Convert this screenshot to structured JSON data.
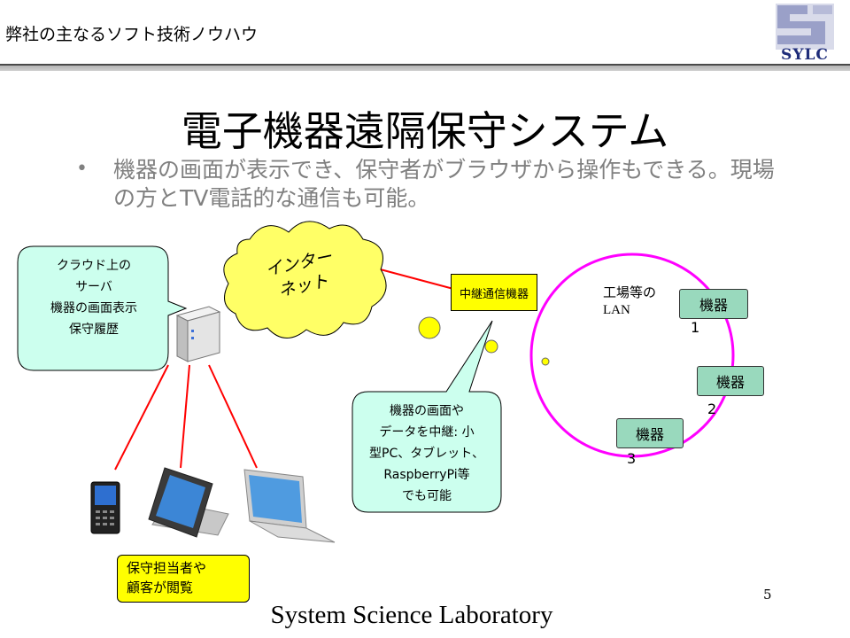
{
  "header": {
    "text": "弊社の主なるソフト技術ノウハウ"
  },
  "logo": {
    "text": "SYLC",
    "color": "#1f2d7a"
  },
  "slide": {
    "title": "電子機器遠隔保守システム",
    "bullet": "機器の画面が表示でき、保守者がブラウザから操作もできる。現場の方とTV電話的な通信も可能。"
  },
  "diagram": {
    "server_callout": [
      "クラウド上の",
      "サーバ",
      "機器の画面表示",
      "保守履歴"
    ],
    "internet_cloud": [
      "インター",
      "ネット"
    ],
    "relay_box": "中継通信機器",
    "relay_callout": [
      "機器の画面や",
      "データを中継: 小",
      "型PC、タブレット、",
      "RaspberryPi等",
      "でも可能"
    ],
    "lan_label": [
      "工場等の",
      "LAN"
    ],
    "devices": [
      {
        "label": "機器",
        "num": "1"
      },
      {
        "label": "機器",
        "num": "2"
      },
      {
        "label": "機器",
        "num": "3"
      }
    ],
    "user_note": [
      "保守担当者や",
      "顧客が閲覧"
    ]
  },
  "footer": {
    "text": "System Science Laboratory",
    "page": "5"
  },
  "colors": {
    "callout_fill": "#ccffee",
    "cloud_fill": "#ffff66",
    "lan_ring": "#ff00ff",
    "link_line": "#ff0000",
    "device_fill": "#99d9bd"
  }
}
